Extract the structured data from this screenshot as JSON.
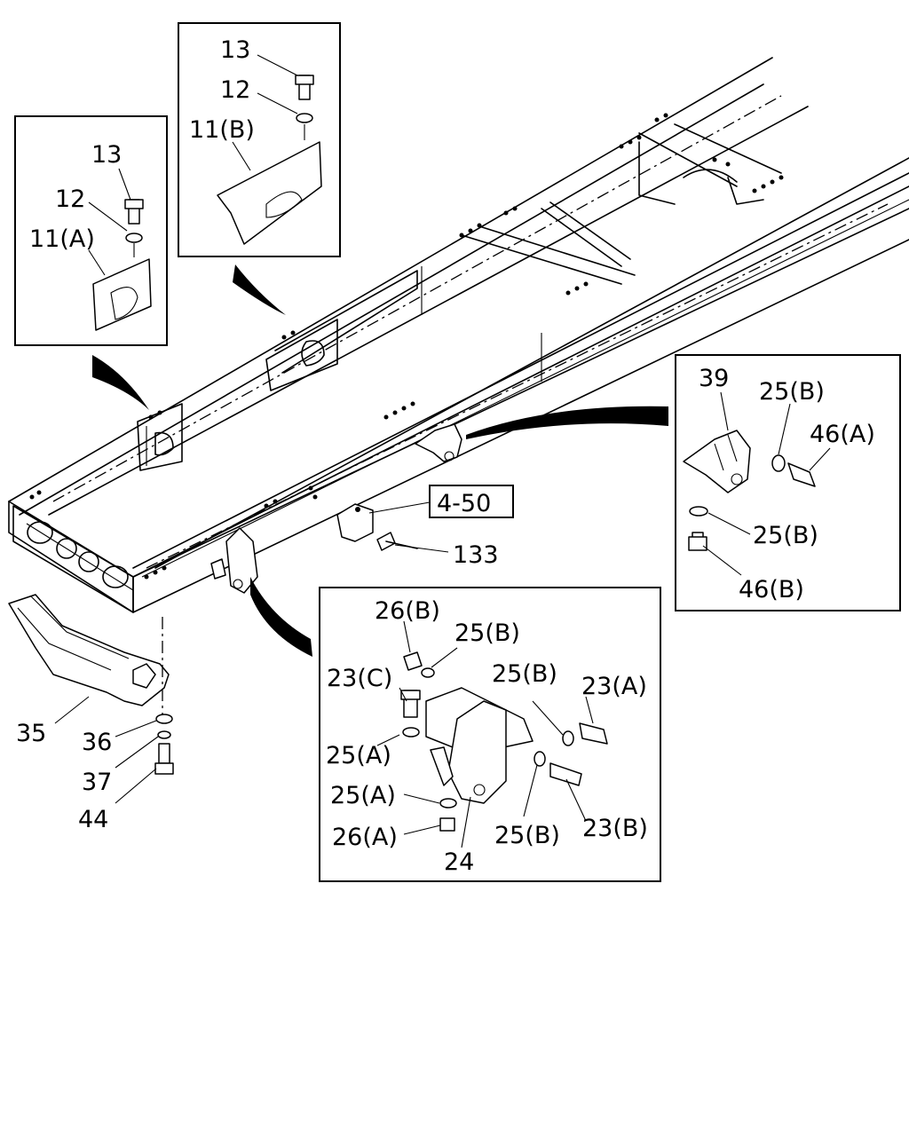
{
  "callouts": {
    "inset_a": {
      "bolt": "13",
      "washer": "12",
      "bracket": "11(A)"
    },
    "inset_b": {
      "bolt": "13",
      "washer": "12",
      "bracket": "11(B)"
    },
    "inset_right": {
      "bracket": "39",
      "washer_side": "25(B)",
      "bolt_side": "46(A)",
      "washer_bottom": "25(B)",
      "bolt_bottom": "46(B)"
    },
    "main": {
      "ref_box": "4-50",
      "bolt": "133",
      "crossmember": "35",
      "washer": "36",
      "lock_washer": "37",
      "bolt_bottom": "44"
    },
    "inset_bottom": {
      "nut_top": "26(B)",
      "washer_top": "25(B)",
      "bolt_c": "23(C)",
      "washer_right": "25(B)",
      "bolt_a": "23(A)",
      "washer_a": "25(A)",
      "washer_a2": "25(A)",
      "nut_a": "26(A)",
      "shackle": "24",
      "washer_b": "25(B)",
      "bolt_b": "23(B)"
    }
  }
}
